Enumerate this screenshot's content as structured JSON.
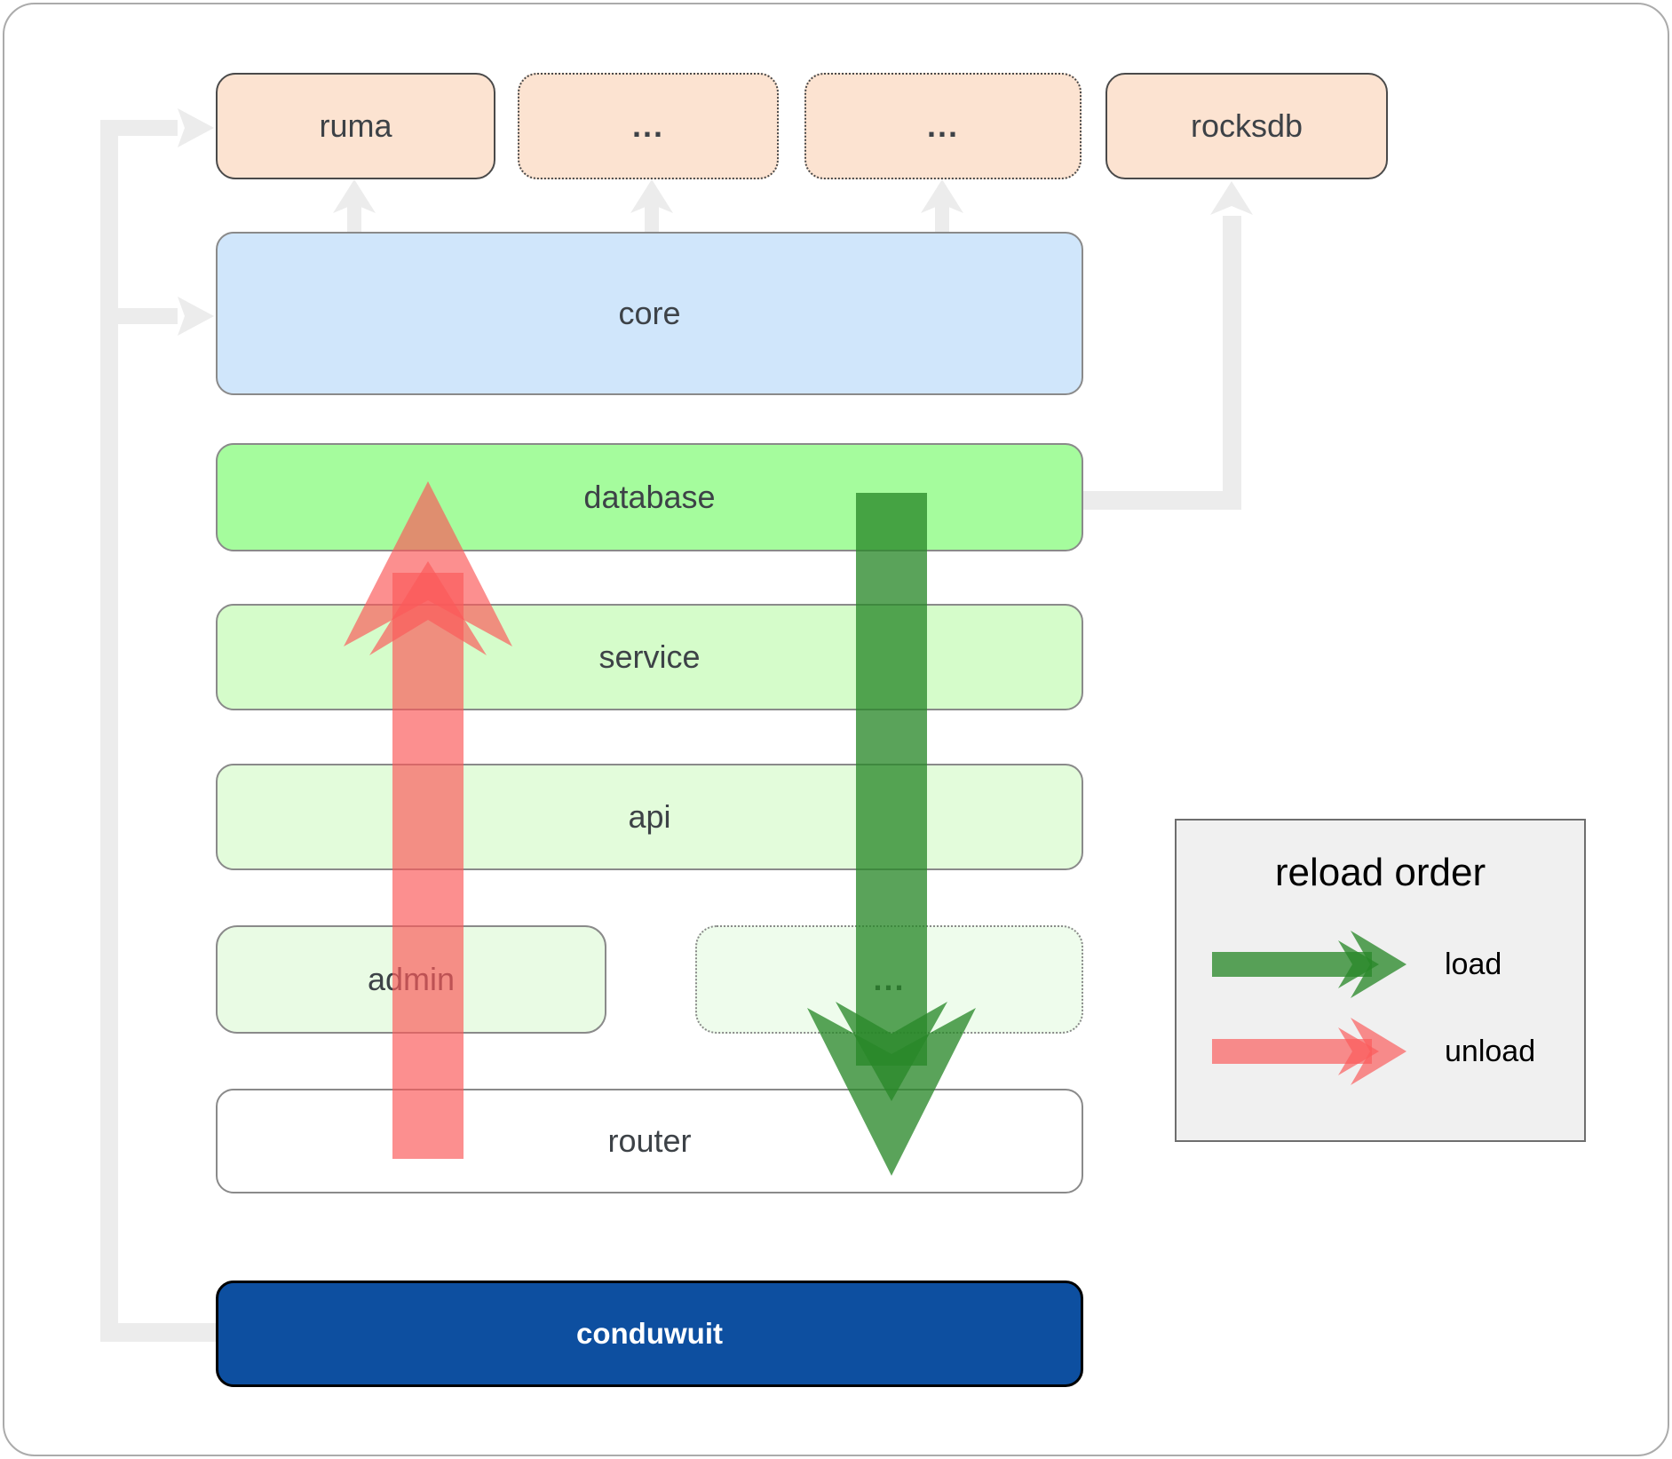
{
  "nodes": {
    "ruma": {
      "label": "ruma"
    },
    "top_ellipsis_1": {
      "label": "..."
    },
    "top_ellipsis_2": {
      "label": "..."
    },
    "rocksdb": {
      "label": "rocksdb"
    },
    "core": {
      "label": "core"
    },
    "database": {
      "label": "database"
    },
    "service": {
      "label": "service"
    },
    "api": {
      "label": "api"
    },
    "admin": {
      "label": "admin"
    },
    "mid_ellipsis": {
      "label": "..."
    },
    "router": {
      "label": "router"
    },
    "conduwuit": {
      "label": "conduwuit"
    }
  },
  "legend": {
    "title": "reload order",
    "items": [
      {
        "label": "load",
        "arrow": "green-right-arrow"
      },
      {
        "label": "unload",
        "arrow": "red-right-arrow"
      }
    ]
  },
  "colors": {
    "load_arrow_green": "#288728",
    "unload_arrow_red": "#fa5a5a",
    "connector_gray": "#ececec",
    "dependency_peach": "#fce3d1",
    "core_blue": "#d0e6fb",
    "database_green": "#a5fc9d",
    "service_green": "#d5fcca",
    "api_green": "#e3fcdb",
    "admin_green": "#e9fbe4",
    "router_white": "#ffffff",
    "conduwuit_blue": "#0d4fa0",
    "label_text": "#3d4247"
  }
}
